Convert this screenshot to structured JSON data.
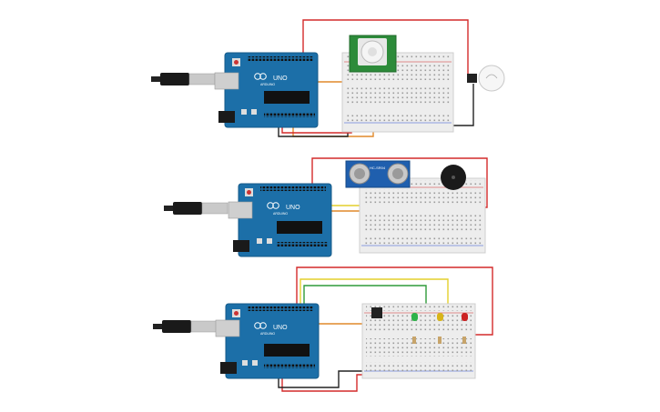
{
  "board": {
    "model": "UNO",
    "brand": "ARDUINO",
    "color": "#1c6fa8",
    "dark_color": "#155a89"
  },
  "circuits": [
    {
      "name": "pir-light-circuit",
      "components": [
        {
          "type": "pir-sensor",
          "icon": "pir-sensor-icon"
        },
        {
          "type": "light-bulb",
          "icon": "bulb-icon"
        }
      ]
    },
    {
      "name": "ultrasonic-buzzer-circuit",
      "components": [
        {
          "type": "ultrasonic-sensor",
          "label": "HC-SR04",
          "icon": "ultrasonic-sensor-icon"
        },
        {
          "type": "piezo-buzzer",
          "icon": "buzzer-icon"
        }
      ]
    },
    {
      "name": "leds-circuit",
      "components": [
        {
          "type": "photoresistor",
          "icon": "sensor-icon"
        },
        {
          "type": "led",
          "color": "#2fb34a",
          "icon": "led-icon"
        },
        {
          "type": "led",
          "color": "#d8b41a",
          "icon": "led-icon"
        },
        {
          "type": "led",
          "color": "#cc2222",
          "icon": "led-icon"
        }
      ]
    }
  ],
  "wire_colors": {
    "red": "#d42a2a",
    "black": "#222222",
    "orange": "#e0882a",
    "yellow": "#e4cf2c",
    "green": "#2f9b3a"
  }
}
